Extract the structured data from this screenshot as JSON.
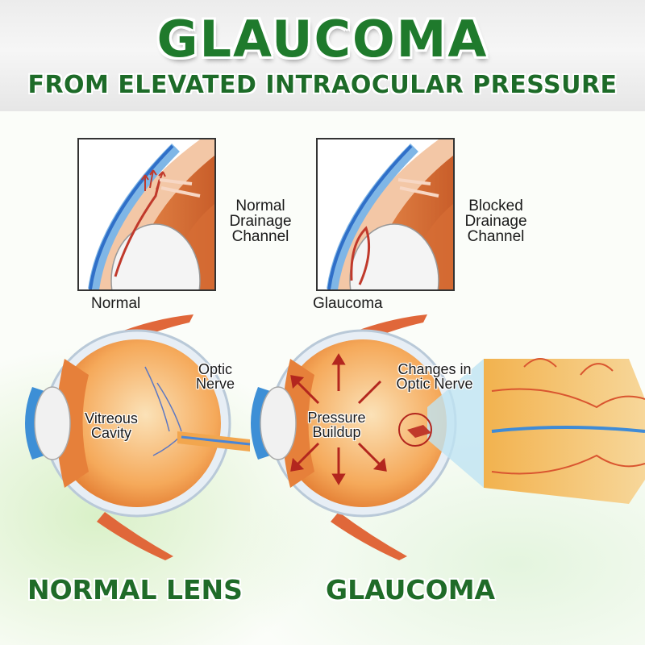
{
  "header": {
    "title": "GLAUCOMA",
    "subtitle": "FROM ELEVATED INTRAOCULAR PRESSURE"
  },
  "insets": {
    "normal": {
      "caption": "Normal",
      "side_label": [
        "Normal",
        "Drainage",
        "Channel"
      ]
    },
    "glaucoma": {
      "caption": "Glaucoma",
      "side_label": [
        "Blocked",
        "Drainage",
        "Channel"
      ]
    }
  },
  "eyes": {
    "normal": {
      "labels": {
        "vitreous": [
          "Vitreous",
          "Cavity"
        ],
        "optic": [
          "Optic",
          "Nerve"
        ]
      },
      "footer": "NORMAL LENS"
    },
    "glaucoma": {
      "labels": {
        "pressure": [
          "Pressure",
          "Buildup"
        ],
        "changes": [
          "Changes in",
          "Optic Nerve"
        ]
      },
      "footer": "GLAUCOMA"
    }
  },
  "colors": {
    "title_green": "#1f7a2c",
    "muscle": "#e0673a",
    "eye_orange": "#f08a3c"
  }
}
